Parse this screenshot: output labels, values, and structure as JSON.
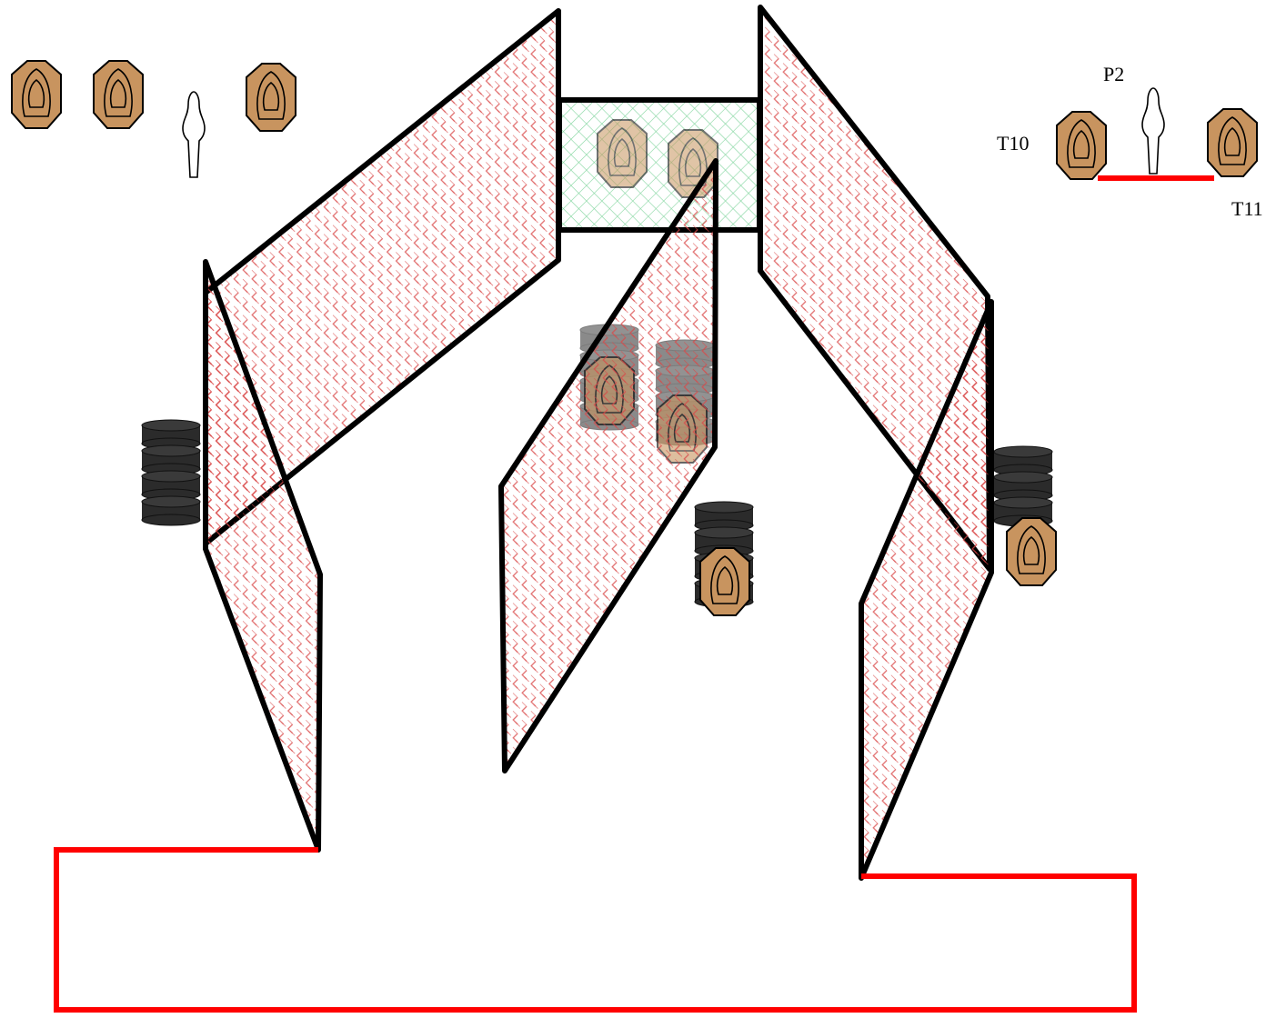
{
  "diagram": {
    "labels": {
      "t10": "T10",
      "p2": "P2",
      "t11": "T11"
    },
    "legend_items": [
      {
        "kind": "paper-target"
      },
      {
        "kind": "paper-target"
      },
      {
        "kind": "popper"
      },
      {
        "kind": "paper-target"
      }
    ],
    "colors": {
      "fault_line": "#ff0000",
      "wall_outline": "#000000",
      "hard_cover_hatch": "#d94848",
      "soft_cover_hatch": "#6fcf8f",
      "target_fill": "#c8945f",
      "barrel_fill": "#2b2b2b"
    },
    "icons": [
      "paper-target-icon",
      "popper-icon",
      "barrel-stack-icon",
      "fault-line",
      "wall-panel"
    ]
  }
}
